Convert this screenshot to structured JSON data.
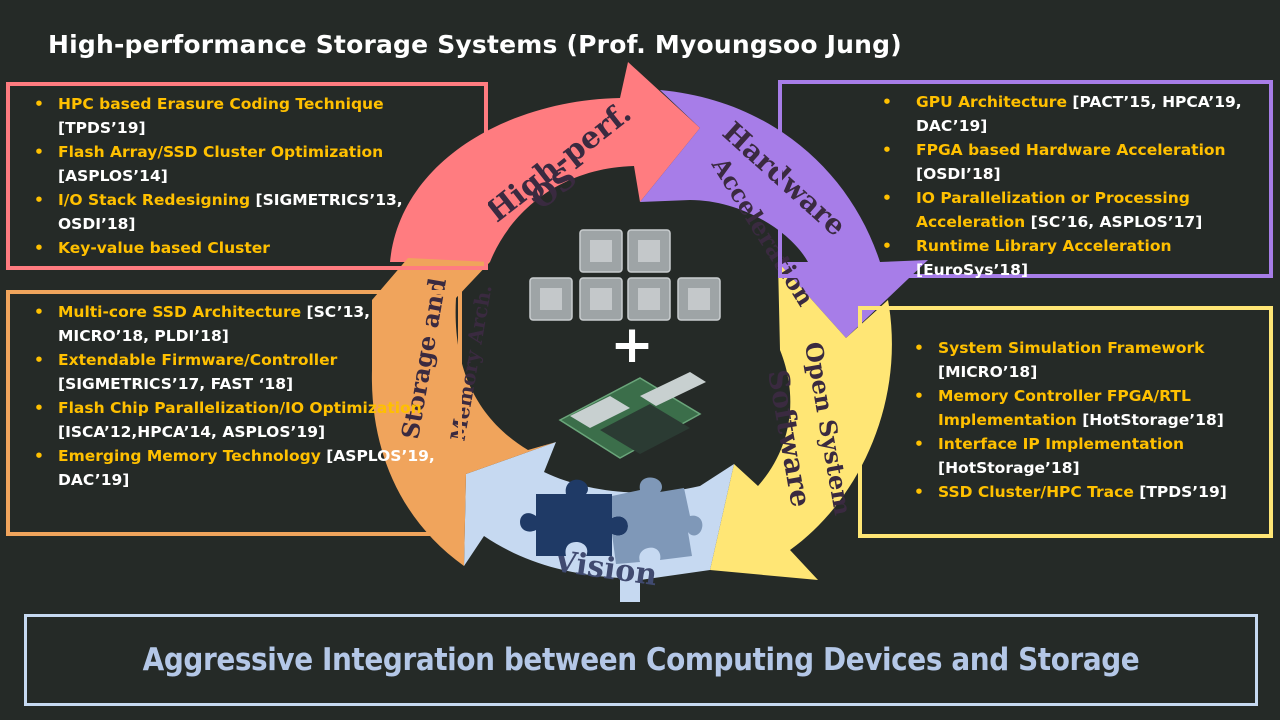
{
  "title": "High-performance Storage Systems (Prof. Myoungsoo Jung)",
  "cycle": {
    "os_label": [
      "High-perf.",
      "OS"
    ],
    "hw_label": [
      "Hardware",
      "Acceleration"
    ],
    "sw_label": [
      "Open System",
      "Software"
    ],
    "vision_label": "Vision",
    "mem_label": [
      "Storage and",
      "Memory Arch."
    ],
    "plus": "+"
  },
  "colors": {
    "os": "#ff7c80",
    "hw": "#a77de8",
    "sw": "#ffe675",
    "vision": "#c6d9f1",
    "mem": "#f0a45c",
    "bullet_text": "#ffc000"
  },
  "boxes": {
    "os": [
      {
        "text": "HPC based Erasure Coding Technique ",
        "cite": "[TPDS’19]"
      },
      {
        "text": "Flash Array/SSD Cluster Optimization ",
        "cite": "[ASPLOS’14]"
      },
      {
        "text": "I/O Stack Redesigning ",
        "cite": "[SIGMETRICS’13, OSDI’18]"
      },
      {
        "text": "Key-value based Cluster",
        "cite": ""
      }
    ],
    "hw": [
      {
        "text": "GPU Architecture ",
        "cite": "[PACT’15, HPCA’19, DAC’19]"
      },
      {
        "text": "FPGA based Hardware Acceleration ",
        "cite": "[OSDI’18]"
      },
      {
        "text": "IO Parallelization or Processing Acceleration ",
        "cite": "[SC’16, ASPLOS’17]"
      },
      {
        "text": "Runtime Library Acceleration ",
        "cite": "[EuroSys’18]"
      }
    ],
    "mem": [
      {
        "text": "Multi-core SSD Architecture ",
        "cite": "[SC’13, MICRO’18, PLDI’18]"
      },
      {
        "text": "Extendable Firmware/Controller ",
        "cite": "[SIGMETRICS’17, FAST ‘18]"
      },
      {
        "text": "Flash Chip Parallelization/IO Optimization ",
        "cite": "[ISCA’12,HPCA’14, ASPLOS’19]"
      },
      {
        "text": "Emerging Memory Technology ",
        "cite": "[ASPLOS’19, DAC’19]"
      }
    ],
    "sw": [
      {
        "text": "System Simulation Framework ",
        "cite": "[MICRO’18]"
      },
      {
        "text": "Memory Controller FPGA/RTL Implementation ",
        "cite": "[HotStorage’18]"
      },
      {
        "text": "Interface IP Implementation ",
        "cite": "[HotStorage’18]"
      },
      {
        "text": "SSD Cluster/HPC Trace ",
        "cite": "[TPDS’19]"
      }
    ]
  },
  "footer": "Aggressive Integration between Computing Devices and Storage"
}
